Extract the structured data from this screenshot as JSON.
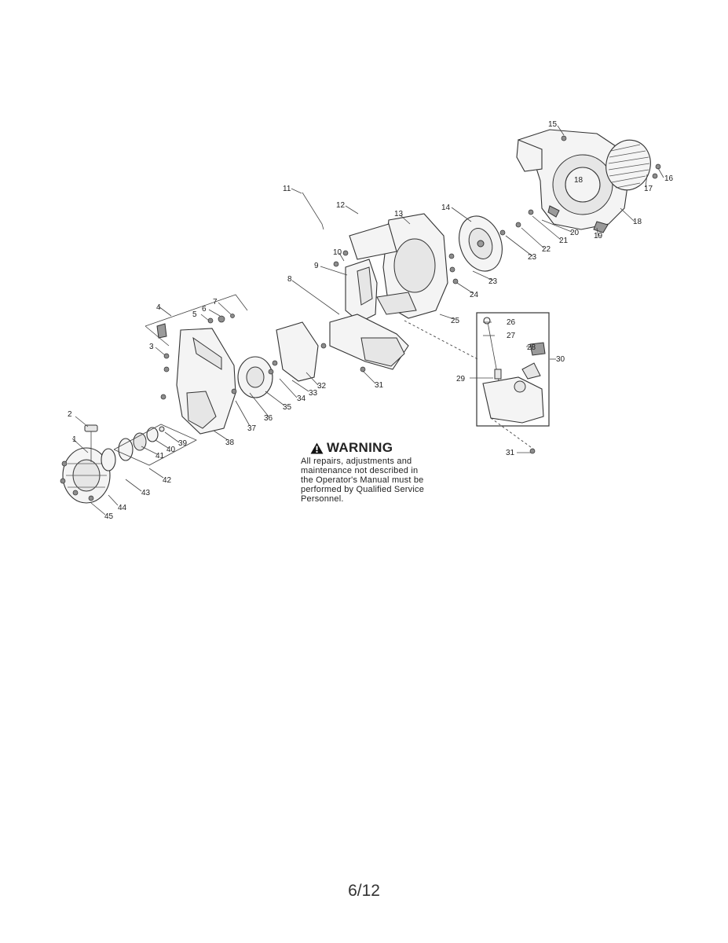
{
  "warning": {
    "title": "WARNING",
    "lines": [
      "All repairs, adjustments and",
      "maintenance not described in",
      "the Operator's Manual must be",
      "performed by Qualified Service",
      "Personnel."
    ]
  },
  "page_number": "6/12",
  "part_labels": [
    "1",
    "2",
    "3",
    "4",
    "5",
    "6",
    "7",
    "8",
    "9",
    "10",
    "11",
    "12",
    "13",
    "14",
    "15",
    "16",
    "17",
    "18",
    "18",
    "19",
    "20",
    "21",
    "22",
    "23",
    "23",
    "24",
    "25",
    "26",
    "27",
    "28",
    "29",
    "30",
    "31",
    "31",
    "32",
    "33",
    "34",
    "35",
    "36",
    "37",
    "38",
    "39",
    "40",
    "41",
    "42",
    "43",
    "44",
    "45"
  ]
}
